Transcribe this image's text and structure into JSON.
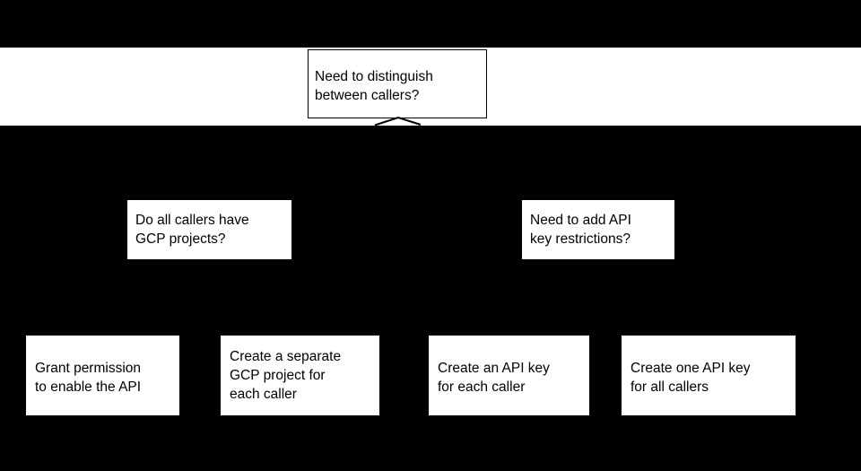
{
  "colors": {
    "page_background": "#000000",
    "band_background": "#ffffff",
    "node_fill": "#ffffff",
    "node_border": "#000000",
    "node_text": "#000000"
  },
  "flowchart": {
    "root_question": "Need to distinguish\nbetween callers?",
    "branch_questions": [
      {
        "label": "Do all callers have\nGCP projects?"
      },
      {
        "label": "Need to add API\nkey restrictions?"
      }
    ],
    "outcomes": [
      {
        "label": "Grant permission\nto enable the API"
      },
      {
        "label": "Create a separate\nGCP project for\neach caller"
      },
      {
        "label": "Create an API key\nfor each caller"
      },
      {
        "label": "Create one API key\nfor all callers"
      }
    ]
  }
}
